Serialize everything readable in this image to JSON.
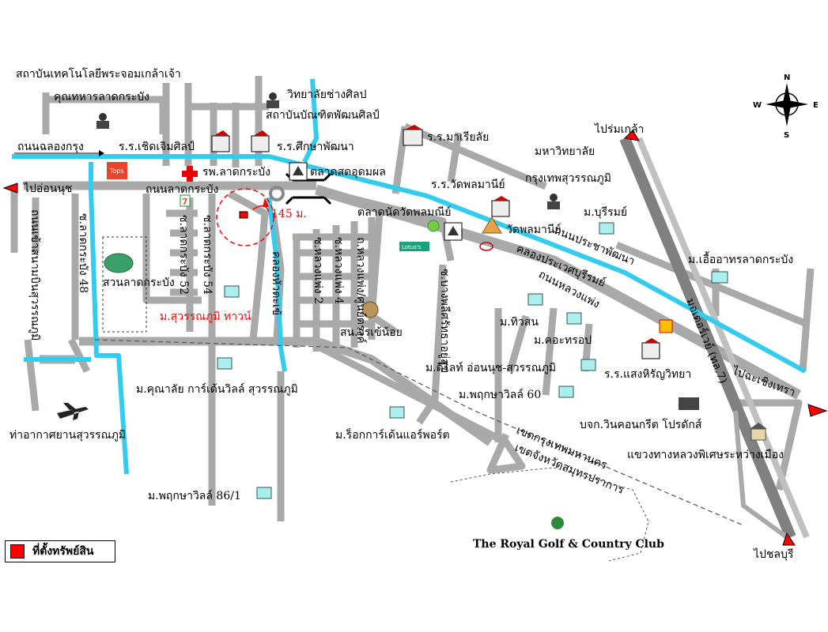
{
  "colors": {
    "canal": "#33ccee",
    "road": "#a9a9a9",
    "property": "#ff0000",
    "highway": "#808080"
  },
  "compass": {
    "n": "N",
    "s": "S",
    "e": "E",
    "w": "W"
  },
  "directions": {
    "to_on_nut": "ไปอ่อนนุช",
    "to_rom_klao": "ไปร่มเกล้า",
    "to_chachoengsao": "ไปฉะเชิงเทรา",
    "to_chonburi": "ไปชลบุรี"
  },
  "roads": {
    "khlong_krung": "ถนนฉลองกรุง",
    "lat_krabang": "ถนนลาดกระบัง",
    "lat_krabang_48": "ซ.ลาดกระบัง 48",
    "lat_krabang_52": "ซ.ลาดกระบัง 52",
    "lat_krabang_54": "ซ.ลาดกระบัง 54",
    "luang_phaeng_2": "ซ.หลวงแพ่ง 2",
    "luang_phaeng_4": "ซ.หลวงแพ่ง 4",
    "jamjan_rd": "ถ.หลวงแพ่ง/ศูนย์ตรงค์",
    "sukha_sattham": "ซ.บางพลีศรัทธาอยู่สุข",
    "expressway_7": "มอเตอร์เวย์ (ทล.7)",
    "airport_link_road": "ถนนเข้าสนามบินสุวรรณภูมิ",
    "prachaphattana": "ถนนประชาพัฒนา",
    "luang_phaeng": "ถนนหลวงแพ่ง",
    "khlong_hua_takhe": "คลองหัวตะเข้",
    "khlong_prawet": "คลองประเวศบุรีรมย์"
  },
  "distance_label": "145 ม.",
  "places": {
    "kmitl_1": "สถาบันเทคโนโลยีพระจอมเกล้าเจ้า",
    "kmitl_2": "คุณทหารลาดกระบัง",
    "poh_chang_1": "วิทยาลัยช่างศิลป",
    "poh_chang_2": "สถาบันบัณฑิตพัฒนศิลป์",
    "school_choen": "ร.ร.เชิดเจิมศิลป์",
    "school_suksa": "ร.ร.ศึกษาพัฒนา",
    "school_mari": "ร.ร.มาเรียลัย",
    "hospital": "รพ.ลาดกระบัง",
    "market_udom": "ตลาดสดอุดมผล",
    "school_wat": "ร.ร.วัดพลมานีย์",
    "university_1": "มหาวิทยาลัย",
    "university_2": "กรุงเทพสุวรรณภูมิ",
    "market_wat": "ตลาดนัดวัดพลมณีย์",
    "wat": "วัดพลมานีย์",
    "m_burirom": "ม.บุรีรมย์",
    "m_eua": "ม.เอื้ออาทรลาดกระบัง",
    "park": "สวนลาดกระบัง",
    "m_suvarnabhumi_town": "ม.สุวรรณภูมิ ทาวน์",
    "police": "สน.จรเข้น้อย",
    "m_thiwason": "ม.ทิวสน",
    "m_kae_euro": "ม.คอะทรอป",
    "school_saeng": "ร.ร.แสงหิรัญวิทยา",
    "m_delight": "ม.ดีไลท์ อ่อนนุช-สุวรรณภูมิ",
    "m_phruksa_60": "ม.พฤกษาวิลล์ 60",
    "m_kulap": "ม.คุณาลัย การ์เด้นวิลล์ สุวรรณภูมิ",
    "concrete": "บจก.วินคอนกรีต โปรดักส์",
    "m_rock": "ม.ร็อกการ์เด้นแอร์พอร์ต",
    "highway_office": "แขวงทางหลวงพิเศษระหว่างเมือง",
    "airport": "ท่าอากาศยานสุวรรณภูมิ",
    "m_phruksa_86": "ม.พฤกษาวิลล์ 86/1",
    "golf": "The Royal Golf & Country Club",
    "border_bkk": "เขตกรุงเทพมหานคร",
    "border_sp": "เขตจังหวัดสมุทรปราการ",
    "tops": "Tops",
    "lotus": "Lotus's"
  },
  "legend": {
    "label": "ที่ตั้งทรัพย์สิน"
  }
}
